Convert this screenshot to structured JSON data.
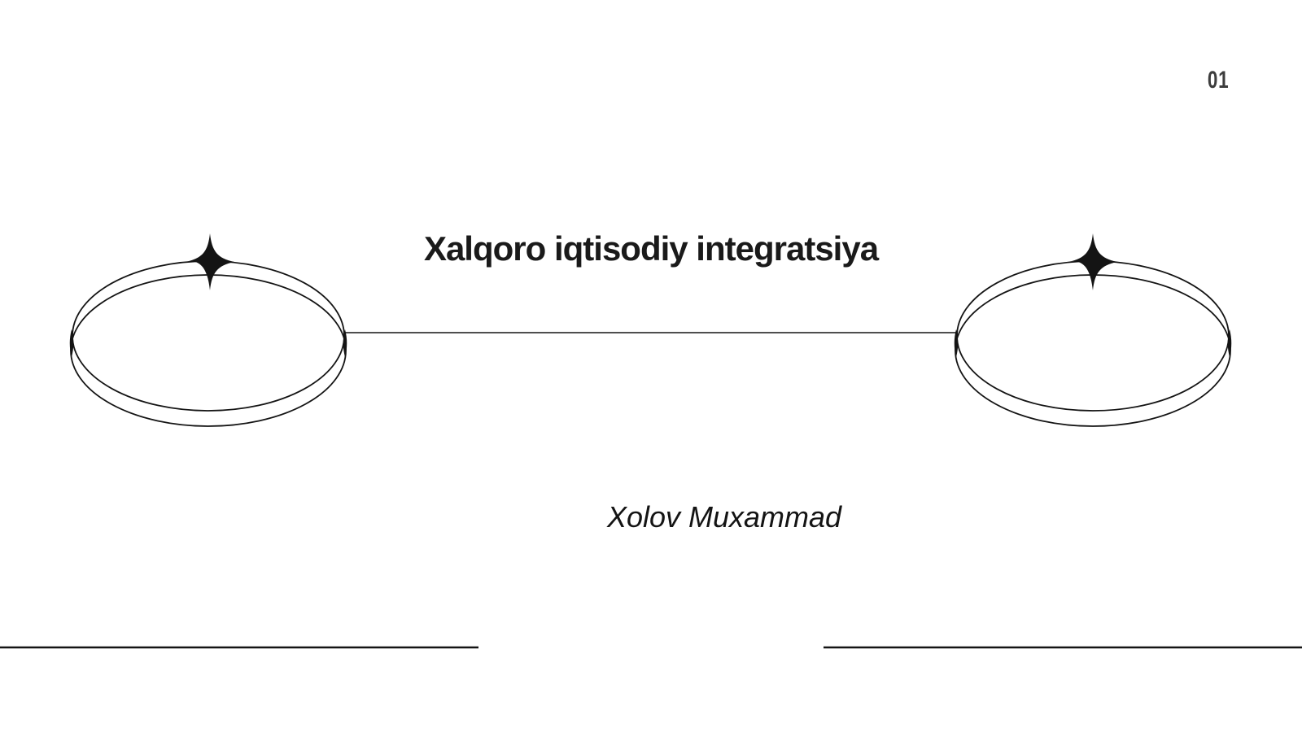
{
  "slide": {
    "page_number": "01",
    "title": "Xalqoro iqtisodiy integratsiya",
    "author": "Xolov Muxammad"
  },
  "colors": {
    "background": "#ffffff",
    "ink": "#141414",
    "title_text": "#1a1a1a",
    "page_number_text": "#3d3d3d"
  },
  "icons": {
    "left_emblem": "orbit-ellipses-with-sparkle-icon",
    "right_emblem": "orbit-ellipses-with-sparkle-icon"
  }
}
